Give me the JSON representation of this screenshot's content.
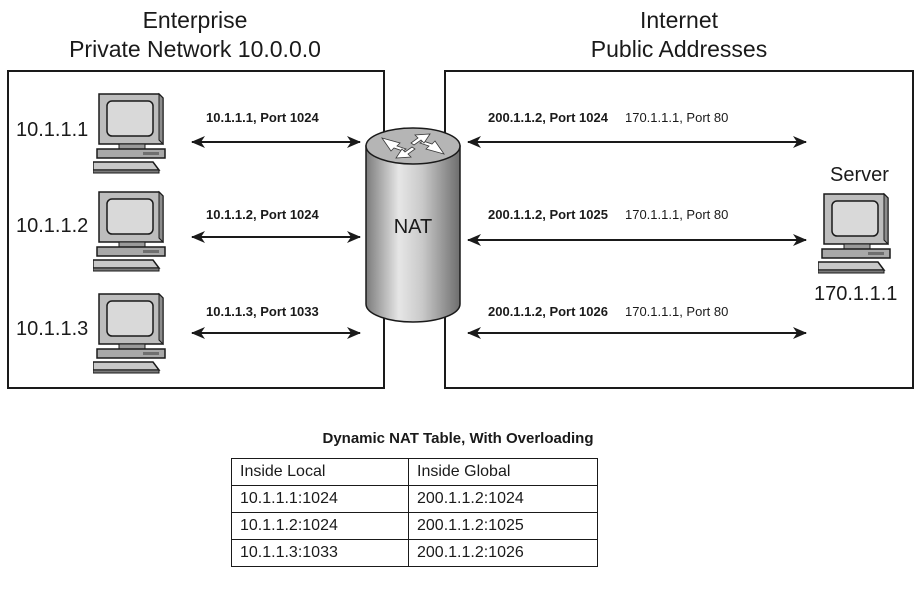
{
  "left_zone": {
    "title_line1": "Enterprise",
    "title_line2": "Private Network 10.0.0.0"
  },
  "right_zone": {
    "title_line1": "Internet",
    "title_line2": "Public Addresses"
  },
  "hosts": [
    {
      "address": "10.1.1.1",
      "label": "10.1.1.1, Port 1024"
    },
    {
      "address": "10.1.1.2",
      "label": "10.1.1.2, Port 1024"
    },
    {
      "address": "10.1.1.3",
      "label": "10.1.1.3, Port 1033"
    }
  ],
  "translations": [
    {
      "global": "200.1.1.2, Port 1024",
      "server": "170.1.1.1, Port 80"
    },
    {
      "global": "200.1.1.2, Port 1025",
      "server": "170.1.1.1, Port 80"
    },
    {
      "global": "200.1.1.2, Port 1026",
      "server": "170.1.1.1, Port 80"
    }
  ],
  "router": {
    "label": "NAT"
  },
  "server": {
    "name": "Server",
    "address": "170.1.1.1"
  },
  "nat_table": {
    "title": "Dynamic NAT Table, With Overloading",
    "headers": [
      "Inside Local",
      "Inside Global"
    ],
    "rows": [
      [
        "10.1.1.1:1024",
        "200.1.1.2:1024"
      ],
      [
        "10.1.1.2:1024",
        "200.1.1.2:1025"
      ],
      [
        "10.1.1.3:1033",
        "200.1.1.2:1026"
      ]
    ]
  }
}
